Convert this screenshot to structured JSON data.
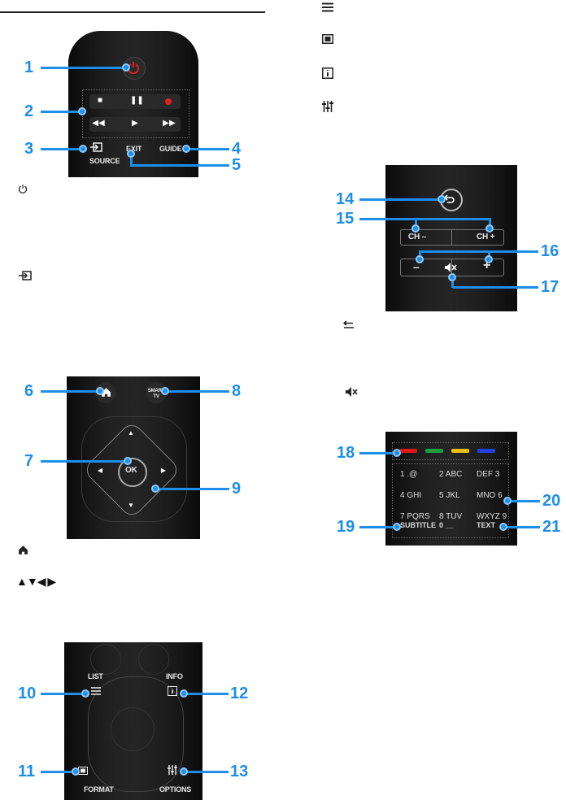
{
  "remote_top": {
    "labels": {
      "source": "SOURCE",
      "exit": "EXIT",
      "guide": "GUIDE"
    },
    "callouts": [
      "1",
      "2",
      "3",
      "4",
      "5"
    ]
  },
  "remote_nav": {
    "labels": {
      "smart": "SMART TV",
      "ok": "OK"
    },
    "callouts": [
      "6",
      "7",
      "8",
      "9"
    ]
  },
  "remote_bottom": {
    "labels": {
      "list": "LIST",
      "info": "INFO",
      "format": "FORMAT",
      "options": "OPTIONS"
    },
    "callouts": [
      "10",
      "11",
      "12",
      "13"
    ]
  },
  "remote_vol": {
    "labels": {
      "ch_minus": "CH –",
      "ch_plus": "CH +",
      "vol_minus": "–",
      "vol_plus": "+"
    },
    "callouts": [
      "14",
      "15",
      "16",
      "17"
    ]
  },
  "remote_keypad": {
    "keys": [
      "1 .@",
      "2 ABC",
      "DEF 3",
      "4 GHI",
      "5 JKL",
      "MNO 6",
      "7 PQRS",
      "8 TUV",
      "WXYZ 9",
      "SUBTITLE",
      "0 __",
      "TEXT"
    ],
    "callouts": [
      "18",
      "19",
      "20",
      "21"
    ],
    "color_keys": [
      "#e01818",
      "#18a040",
      "#e8c010",
      "#2040e0"
    ]
  },
  "icons": [
    "power-icon",
    "source-icon",
    "home-icon",
    "arrows-icon",
    "list-icon",
    "format-icon",
    "info-icon",
    "options-icon",
    "back-icon",
    "mute-icon"
  ],
  "arrows_text": "▲▼◀ ▶"
}
